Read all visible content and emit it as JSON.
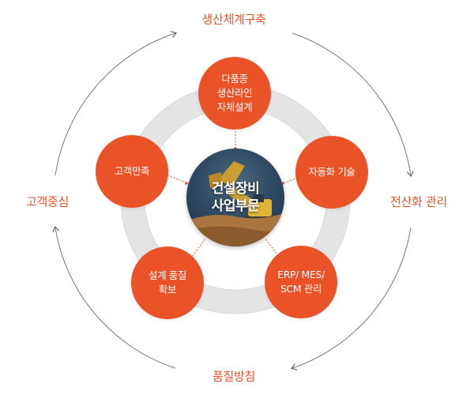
{
  "diagram": {
    "center_label_line1": "건설장비",
    "center_label_line2": "사업부문",
    "outer_labels": {
      "top": "생산체계구축",
      "right": "전산화 관리",
      "bottom": "품질방침",
      "left": "고객중심"
    },
    "nodes": {
      "top": {
        "line1": "다품종",
        "line2": "생산라인",
        "line3": "자체설계"
      },
      "right": {
        "line1": "자동화 기술"
      },
      "bottom_right": {
        "line1": "ERP/ MES/",
        "line2": "SCM 관리"
      },
      "bottom_left": {
        "line1": "설계 품질",
        "line2": "확보"
      },
      "left": {
        "line1": "고객만족"
      }
    },
    "colors": {
      "accent": "#ea5227",
      "ring": "#e3e3e3",
      "arrow": "#666666"
    }
  }
}
